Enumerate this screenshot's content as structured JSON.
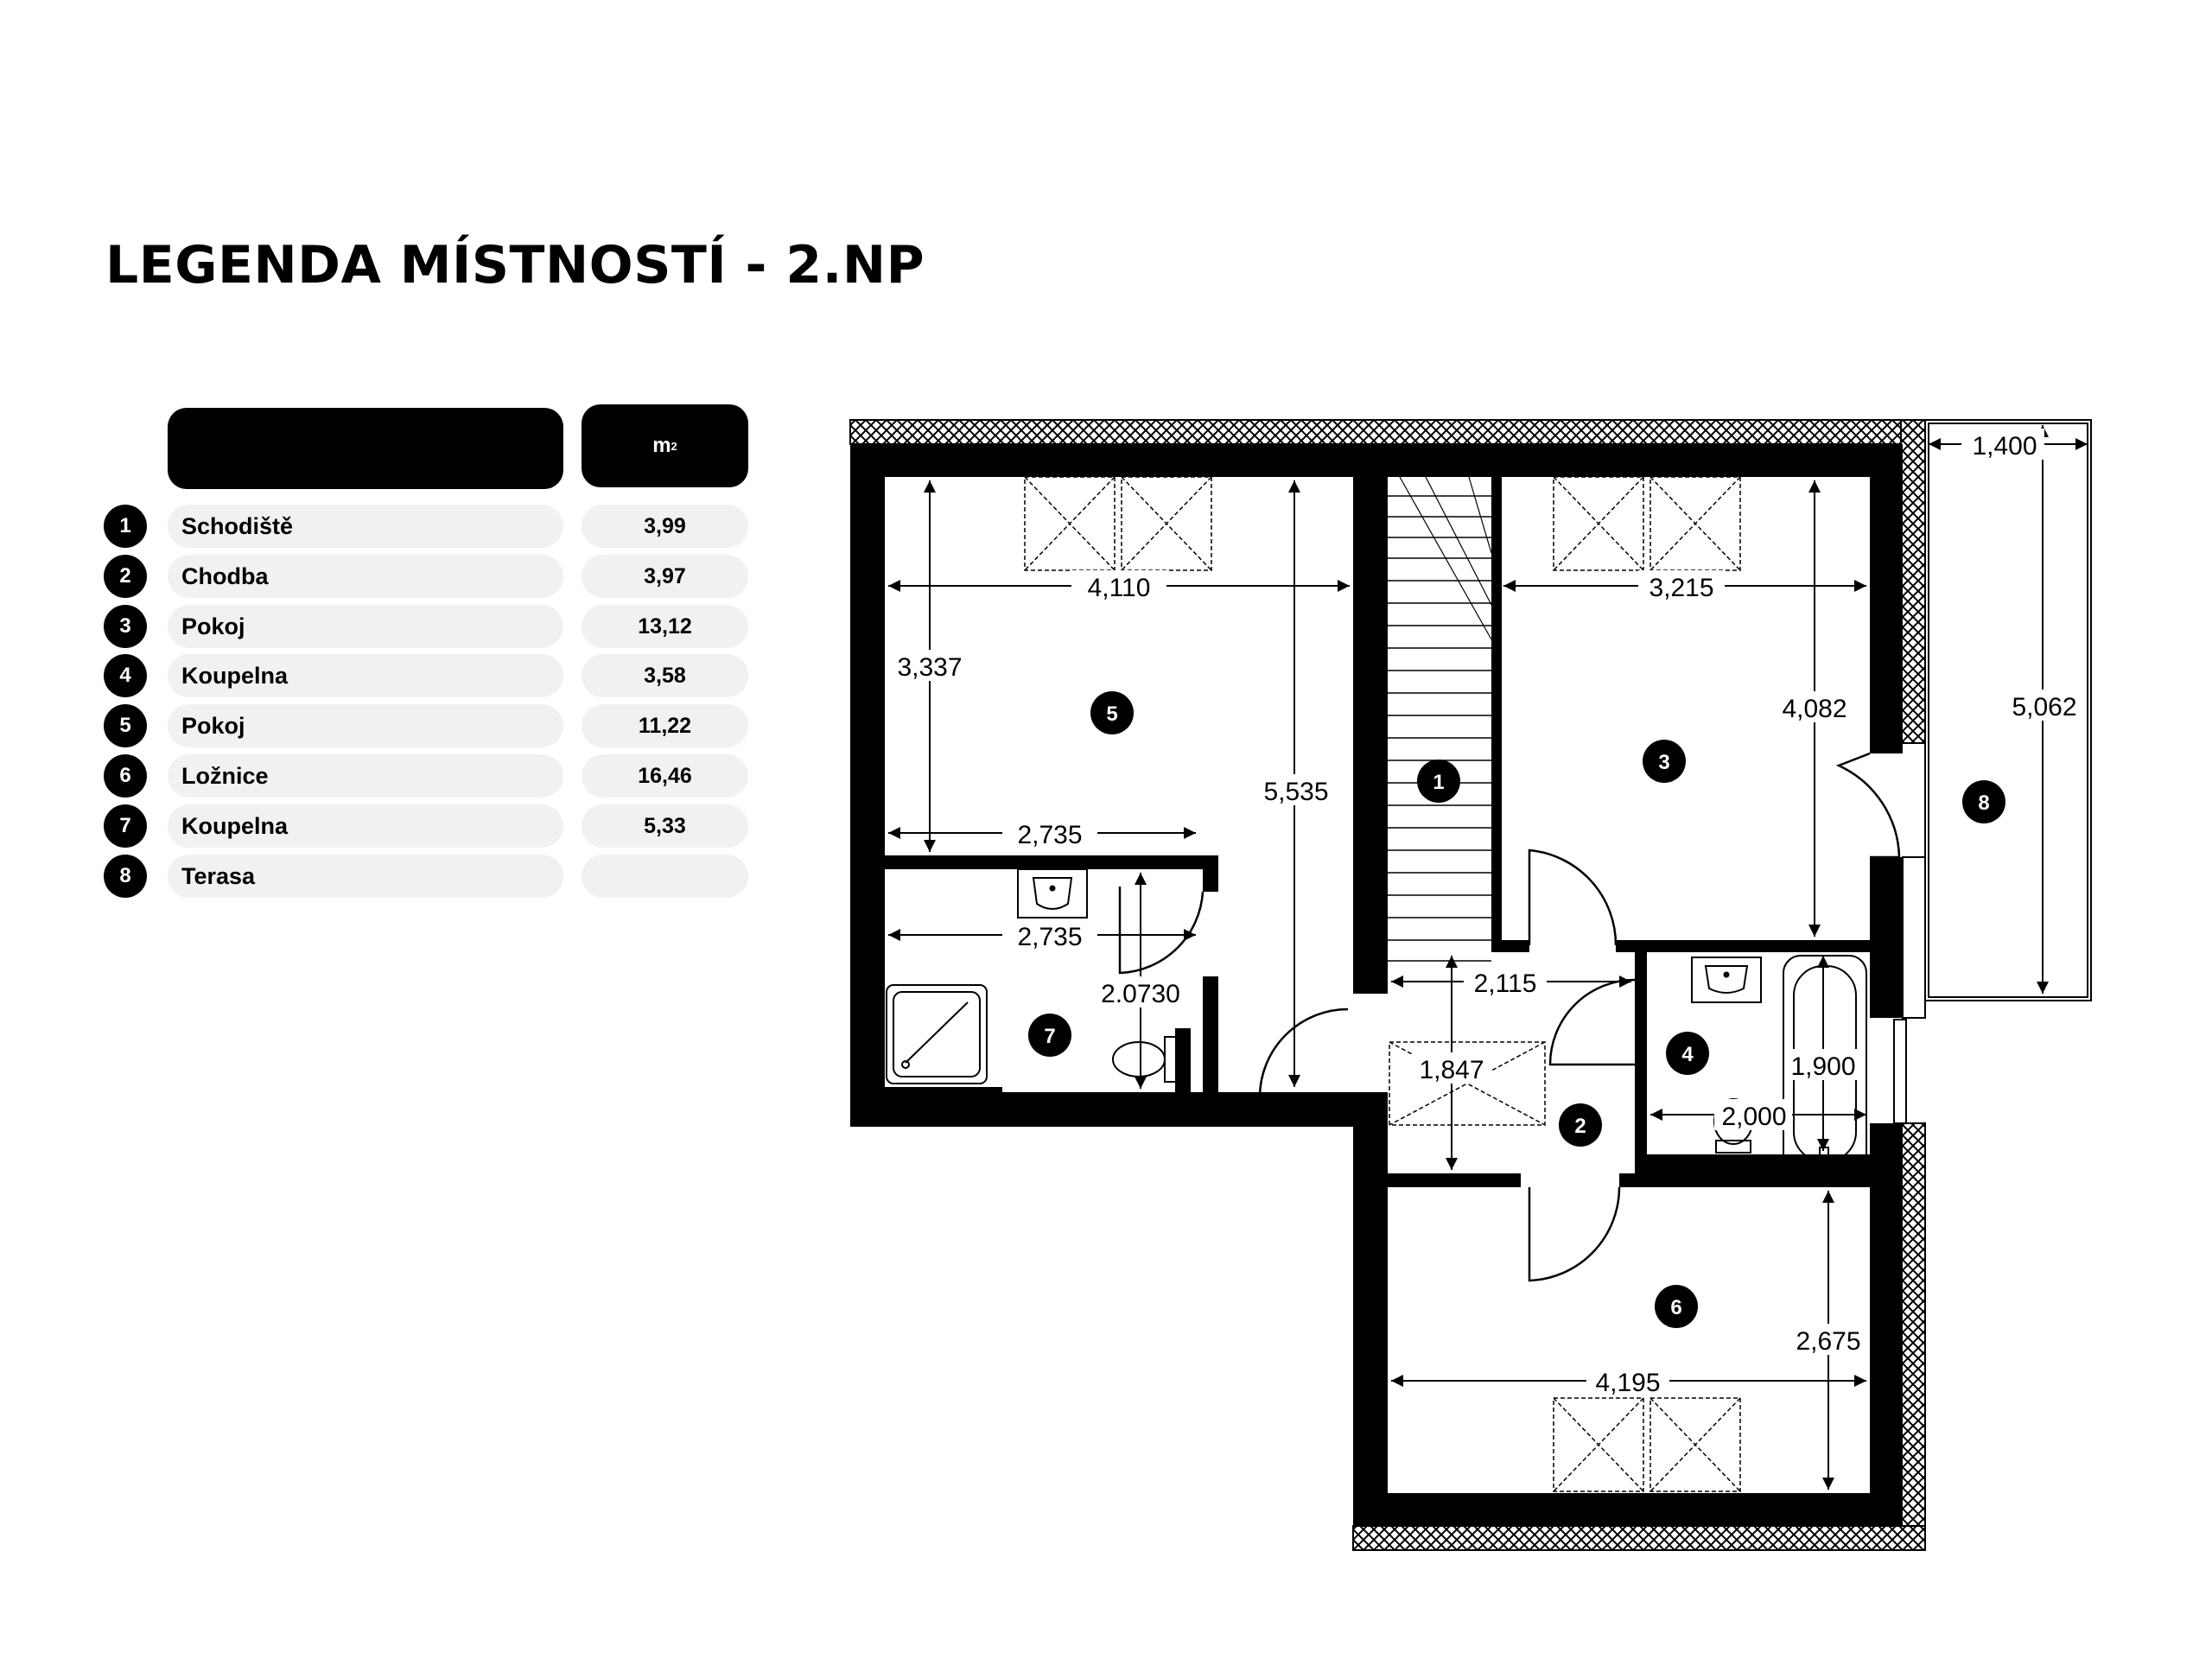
{
  "title": "LEGENDA MÍSTNOSTÍ - 2.NP",
  "legend": {
    "area_header": "m",
    "area_header_sup": "2",
    "rooms": [
      {
        "num": "1",
        "name": "Schodiště",
        "area": "3,99"
      },
      {
        "num": "2",
        "name": "Chodba",
        "area": "3,97"
      },
      {
        "num": "3",
        "name": "Pokoj",
        "area": "13,12"
      },
      {
        "num": "4",
        "name": "Koupelna",
        "area": "3,58"
      },
      {
        "num": "5",
        "name": "Pokoj",
        "area": "11,22"
      },
      {
        "num": "6",
        "name": "Ložnice",
        "area": "16,46"
      },
      {
        "num": "7",
        "name": "Koupelna",
        "area": "5,33"
      },
      {
        "num": "8",
        "name": "Terasa",
        "area": ""
      }
    ]
  },
  "plan": {
    "room_markers": {
      "r1": "1",
      "r2": "2",
      "r3": "3",
      "r4": "4",
      "r5": "5",
      "r6": "6",
      "r7": "7",
      "r8": "8"
    },
    "dimensions": {
      "d_4110": "4,110",
      "d_3337": "3,337",
      "d_5535": "5,535",
      "d_2735a": "2,735",
      "d_2735b": "2,735",
      "d_20730": "2.0730",
      "d_3215": "3,215",
      "d_4082": "4,082",
      "d_1400": "1,400",
      "d_5062": "5,062",
      "d_2115": "2,115",
      "d_1847": "1,847",
      "d_1900": "1,900",
      "d_2000": "2,000",
      "d_4195": "4,195",
      "d_2675": "2,675"
    }
  }
}
